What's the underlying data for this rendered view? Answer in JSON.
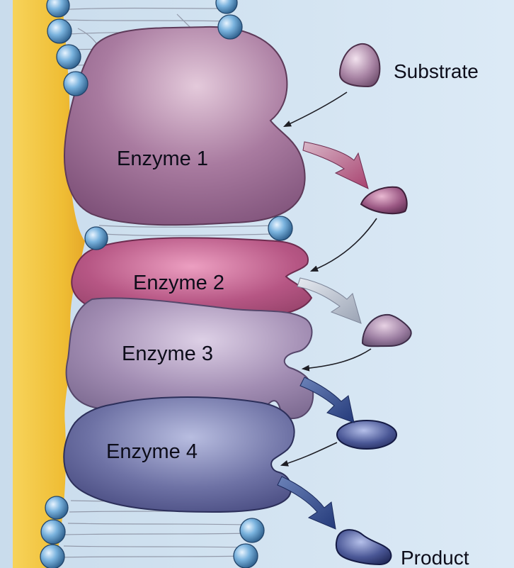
{
  "labels": {
    "substrate": "Substrate",
    "product": "Product",
    "enzyme1": "Enzyme 1",
    "enzyme2": "Enzyme 2",
    "enzyme3": "Enzyme 3",
    "enzyme4": "Enzyme 4"
  },
  "colors": {
    "background": "#d6e6f3",
    "membrane_core": "#f1c33a",
    "phospholipid_head": "#6aa8d6",
    "enzyme1": "#9e7096",
    "enzyme2": "#b85d88",
    "enzyme3": "#9d87ad",
    "enzyme4": "#6b6f9e"
  }
}
